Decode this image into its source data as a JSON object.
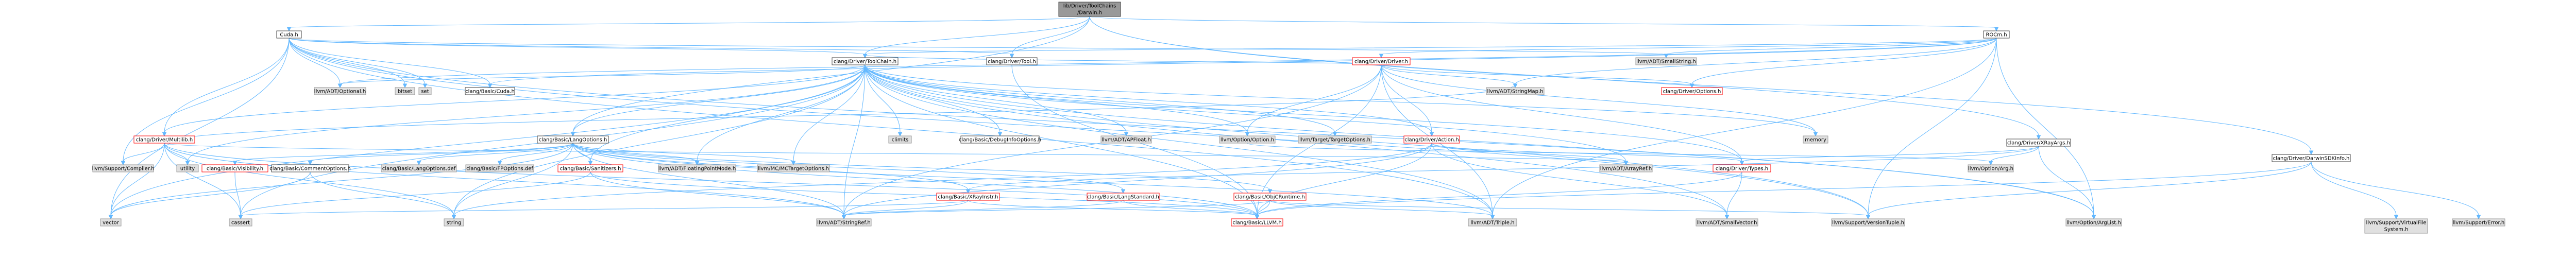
{
  "colors": {
    "edge": "#63b8ff",
    "root_fill": "#999999",
    "node_border": "#404040",
    "gray_fill": "#e0e0e0",
    "red_border": "#ff0000"
  },
  "nodes": [
    {
      "id": "darwin",
      "label": "lib/Driver/ToolChains\n/Darwin.h",
      "style": "root"
    },
    {
      "id": "cuda",
      "label": "Cuda.h",
      "style": "normal"
    },
    {
      "id": "rocm",
      "label": "ROCm.h",
      "style": "normal"
    },
    {
      "id": "toolchain",
      "label": "clang/Driver/ToolChain.h",
      "style": "normal"
    },
    {
      "id": "tool",
      "label": "clang/Driver/Tool.h",
      "style": "normal"
    },
    {
      "id": "driver",
      "label": "clang/Driver/Driver.h",
      "style": "red"
    },
    {
      "id": "xrayargs",
      "label": "clang/Driver/XRayArgs.h",
      "style": "normal"
    },
    {
      "id": "darwinsdk",
      "label": "clang/Driver/DarwinSDKInfo.h",
      "style": "normal"
    },
    {
      "id": "smallstring",
      "label": "llvm/ADT/SmallString.h",
      "style": "gray"
    },
    {
      "id": "optional",
      "label": "llvm/ADT/Optional.h",
      "style": "gray"
    },
    {
      "id": "bitset",
      "label": "bitset",
      "style": "gray"
    },
    {
      "id": "set",
      "label": "set",
      "style": "gray"
    },
    {
      "id": "basiccuda",
      "label": "clang/Basic/Cuda.h",
      "style": "normal"
    },
    {
      "id": "multilib",
      "label": "clang/Driver/Multilib.h",
      "style": "red"
    },
    {
      "id": "compiler",
      "label": "llvm/Support/Compiler.h",
      "style": "gray"
    },
    {
      "id": "vector",
      "label": "vector",
      "style": "gray"
    },
    {
      "id": "stringmap",
      "label": "llvm/ADT/StringMap.h",
      "style": "gray"
    },
    {
      "id": "options",
      "label": "clang/Driver/Options.h",
      "style": "red"
    },
    {
      "id": "memory",
      "label": "memory",
      "style": "gray"
    },
    {
      "id": "climits",
      "label": "climits",
      "style": "gray"
    },
    {
      "id": "debuginfo",
      "label": "clang/Basic/DebugInfoOptions.h",
      "style": "normal"
    },
    {
      "id": "langoptions",
      "label": "clang/Basic/LangOptions.h",
      "style": "normal"
    },
    {
      "id": "apfloat",
      "label": "llvm/ADT/APFloat.h",
      "style": "gray"
    },
    {
      "id": "option",
      "label": "llvm/Option/Option.h",
      "style": "gray"
    },
    {
      "id": "targetopts",
      "label": "llvm/Target/TargetOptions.h",
      "style": "gray"
    },
    {
      "id": "action",
      "label": "clang/Driver/Action.h",
      "style": "red"
    },
    {
      "id": "utility",
      "label": "utility",
      "style": "gray"
    },
    {
      "id": "visibility",
      "label": "clang/Basic/Visibility.h",
      "style": "red"
    },
    {
      "id": "commentopts",
      "label": "clang/Basic/CommentOptions.h",
      "style": "normal"
    },
    {
      "id": "langdef",
      "label": "clang/Basic/LangOptions.def",
      "style": "gray"
    },
    {
      "id": "fpdef",
      "label": "clang/Basic/FPOptions.def",
      "style": "gray"
    },
    {
      "id": "sanitizers",
      "label": "clang/Basic/Sanitizers.h",
      "style": "red"
    },
    {
      "id": "fpmode",
      "label": "llvm/ADT/FloatingPointMode.h",
      "style": "gray"
    },
    {
      "id": "mctarget",
      "label": "llvm/MC/MCTargetOptions.h",
      "style": "gray"
    },
    {
      "id": "xrayinstr",
      "label": "clang/Basic/XRayInstr.h",
      "style": "red"
    },
    {
      "id": "langstd",
      "label": "clang/Basic/LangStandard.h",
      "style": "red"
    },
    {
      "id": "objcruntime",
      "label": "clang/Basic/ObjCRuntime.h",
      "style": "red"
    },
    {
      "id": "arrayref",
      "label": "llvm/ADT/ArrayRef.h",
      "style": "gray"
    },
    {
      "id": "drivertypes",
      "label": "clang/Driver/Types.h",
      "style": "red"
    },
    {
      "id": "optarg",
      "label": "llvm/Option/Arg.h",
      "style": "gray"
    },
    {
      "id": "cassert",
      "label": "cassert",
      "style": "gray"
    },
    {
      "id": "string",
      "label": "string",
      "style": "gray"
    },
    {
      "id": "stringref",
      "label": "llvm/ADT/StringRef.h",
      "style": "gray"
    },
    {
      "id": "llvmh",
      "label": "clang/Basic/LLVM.h",
      "style": "red"
    },
    {
      "id": "triple",
      "label": "llvm/ADT/Triple.h",
      "style": "gray"
    },
    {
      "id": "smallvector",
      "label": "llvm/ADT/SmallVector.h",
      "style": "gray"
    },
    {
      "id": "versiontuple",
      "label": "llvm/Support/VersionTuple.h",
      "style": "gray"
    },
    {
      "id": "arglist",
      "label": "llvm/Option/ArgList.h",
      "style": "gray"
    },
    {
      "id": "vfs",
      "label": "llvm/Support/VirtualFile\nSystem.h",
      "style": "gray"
    },
    {
      "id": "error",
      "label": "llvm/Support/Error.h",
      "style": "gray"
    }
  ],
  "edges": [
    [
      "darwin",
      "cuda"
    ],
    [
      "darwin",
      "rocm"
    ],
    [
      "darwin",
      "toolchain"
    ],
    [
      "darwin",
      "tool"
    ],
    [
      "darwin",
      "xrayargs"
    ],
    [
      "darwin",
      "darwinsdk"
    ],
    [
      "darwin",
      "langoptions"
    ],
    [
      "cuda",
      "basiccuda"
    ],
    [
      "cuda",
      "multilib"
    ],
    [
      "cuda",
      "toolchain"
    ],
    [
      "cuda",
      "tool"
    ],
    [
      "cuda",
      "optional"
    ],
    [
      "cuda",
      "bitset"
    ],
    [
      "cuda",
      "set"
    ],
    [
      "cuda",
      "smallstring"
    ],
    [
      "cuda",
      "compiler"
    ],
    [
      "cuda",
      "vector"
    ],
    [
      "cuda",
      "versiontuple"
    ],
    [
      "cuda",
      "arglist"
    ],
    [
      "cuda",
      "triple"
    ],
    [
      "rocm",
      "smallstring"
    ],
    [
      "rocm",
      "driver"
    ],
    [
      "rocm",
      "options"
    ],
    [
      "rocm",
      "stringmap"
    ],
    [
      "rocm",
      "basiccuda"
    ],
    [
      "rocm",
      "toolchain"
    ],
    [
      "rocm",
      "triple"
    ],
    [
      "rocm",
      "arglist"
    ],
    [
      "rocm",
      "versiontuple"
    ],
    [
      "rocm",
      "optional"
    ],
    [
      "driver",
      "stringmap"
    ],
    [
      "driver",
      "options"
    ],
    [
      "driver",
      "action"
    ],
    [
      "driver",
      "drivertypes"
    ],
    [
      "driver",
      "llvmh"
    ],
    [
      "driver",
      "toolchain"
    ],
    [
      "driver",
      "memory"
    ],
    [
      "driver",
      "stringref"
    ],
    [
      "driver",
      "option"
    ],
    [
      "driver",
      "triple"
    ],
    [
      "toolchain",
      "debuginfo"
    ],
    [
      "toolchain",
      "langoptions"
    ],
    [
      "toolchain",
      "llvmh"
    ],
    [
      "toolchain",
      "multilib"
    ],
    [
      "toolchain",
      "drivertypes"
    ],
    [
      "toolchain",
      "apfloat"
    ],
    [
      "toolchain",
      "option"
    ],
    [
      "toolchain",
      "targetopts"
    ],
    [
      "toolchain",
      "action"
    ],
    [
      "toolchain",
      "climits"
    ],
    [
      "toolchain",
      "memory"
    ],
    [
      "toolchain",
      "string"
    ],
    [
      "toolchain",
      "utility"
    ],
    [
      "toolchain",
      "sanitizers"
    ],
    [
      "toolchain",
      "arrayref"
    ],
    [
      "toolchain",
      "fpmode"
    ],
    [
      "toolchain",
      "smallvector"
    ],
    [
      "toolchain",
      "stringref"
    ],
    [
      "toolchain",
      "triple"
    ],
    [
      "toolchain",
      "versiontuple"
    ],
    [
      "toolchain",
      "cassert"
    ],
    [
      "toolchain",
      "vector"
    ],
    [
      "toolchain",
      "mctarget"
    ],
    [
      "toolchain",
      "optional"
    ],
    [
      "toolchain",
      "arglist"
    ],
    [
      "tool",
      "llvmh"
    ],
    [
      "multilib",
      "llvmh"
    ],
    [
      "multilib",
      "arrayref"
    ],
    [
      "multilib",
      "stringmap"
    ],
    [
      "multilib",
      "stringref"
    ],
    [
      "multilib",
      "compiler"
    ],
    [
      "multilib",
      "cassert"
    ],
    [
      "multilib",
      "string"
    ],
    [
      "multilib",
      "utility"
    ],
    [
      "multilib",
      "vector"
    ],
    [
      "langoptions",
      "commentopts"
    ],
    [
      "langoptions",
      "langdef"
    ],
    [
      "langoptions",
      "fpdef"
    ],
    [
      "langoptions",
      "sanitizers"
    ],
    [
      "langoptions",
      "fpmode"
    ],
    [
      "langoptions",
      "mctarget"
    ],
    [
      "langoptions",
      "xrayinstr"
    ],
    [
      "langoptions",
      "langstd"
    ],
    [
      "langoptions",
      "objcruntime"
    ],
    [
      "langoptions",
      "visibility"
    ],
    [
      "langoptions",
      "llvmh"
    ],
    [
      "langoptions",
      "stringref"
    ],
    [
      "langoptions",
      "triple"
    ],
    [
      "langoptions",
      "string"
    ],
    [
      "langoptions",
      "vector"
    ],
    [
      "commentopts",
      "string"
    ],
    [
      "commentopts",
      "vector"
    ],
    [
      "visibility",
      "cassert"
    ],
    [
      "sanitizers",
      "llvmh"
    ],
    [
      "sanitizers",
      "stringref"
    ],
    [
      "sanitizers",
      "cassert"
    ],
    [
      "xrayinstr",
      "llvmh"
    ],
    [
      "xrayinstr",
      "stringref"
    ],
    [
      "xrayinstr",
      "cassert"
    ],
    [
      "langstd",
      "llvmh"
    ],
    [
      "langstd",
      "stringref"
    ],
    [
      "objcruntime",
      "llvmh"
    ],
    [
      "objcruntime",
      "stringref"
    ],
    [
      "objcruntime",
      "triple"
    ],
    [
      "objcruntime",
      "versiontuple"
    ],
    [
      "action",
      "drivertypes"
    ],
    [
      "action",
      "llvmh"
    ],
    [
      "action",
      "arrayref"
    ],
    [
      "action",
      "smallvector"
    ],
    [
      "action",
      "stringref"
    ],
    [
      "action",
      "string"
    ],
    [
      "drivertypes",
      "llvmh"
    ],
    [
      "drivertypes",
      "smallvector"
    ],
    [
      "xrayargs",
      "xrayinstr"
    ],
    [
      "xrayargs",
      "drivertypes"
    ],
    [
      "xrayargs",
      "arglist"
    ],
    [
      "xrayargs",
      "optarg"
    ],
    [
      "darwinsdk",
      "llvmh"
    ],
    [
      "darwinsdk",
      "versiontuple"
    ],
    [
      "darwinsdk",
      "vfs"
    ],
    [
      "darwinsdk",
      "error"
    ],
    [
      "option",
      "optarg"
    ]
  ]
}
